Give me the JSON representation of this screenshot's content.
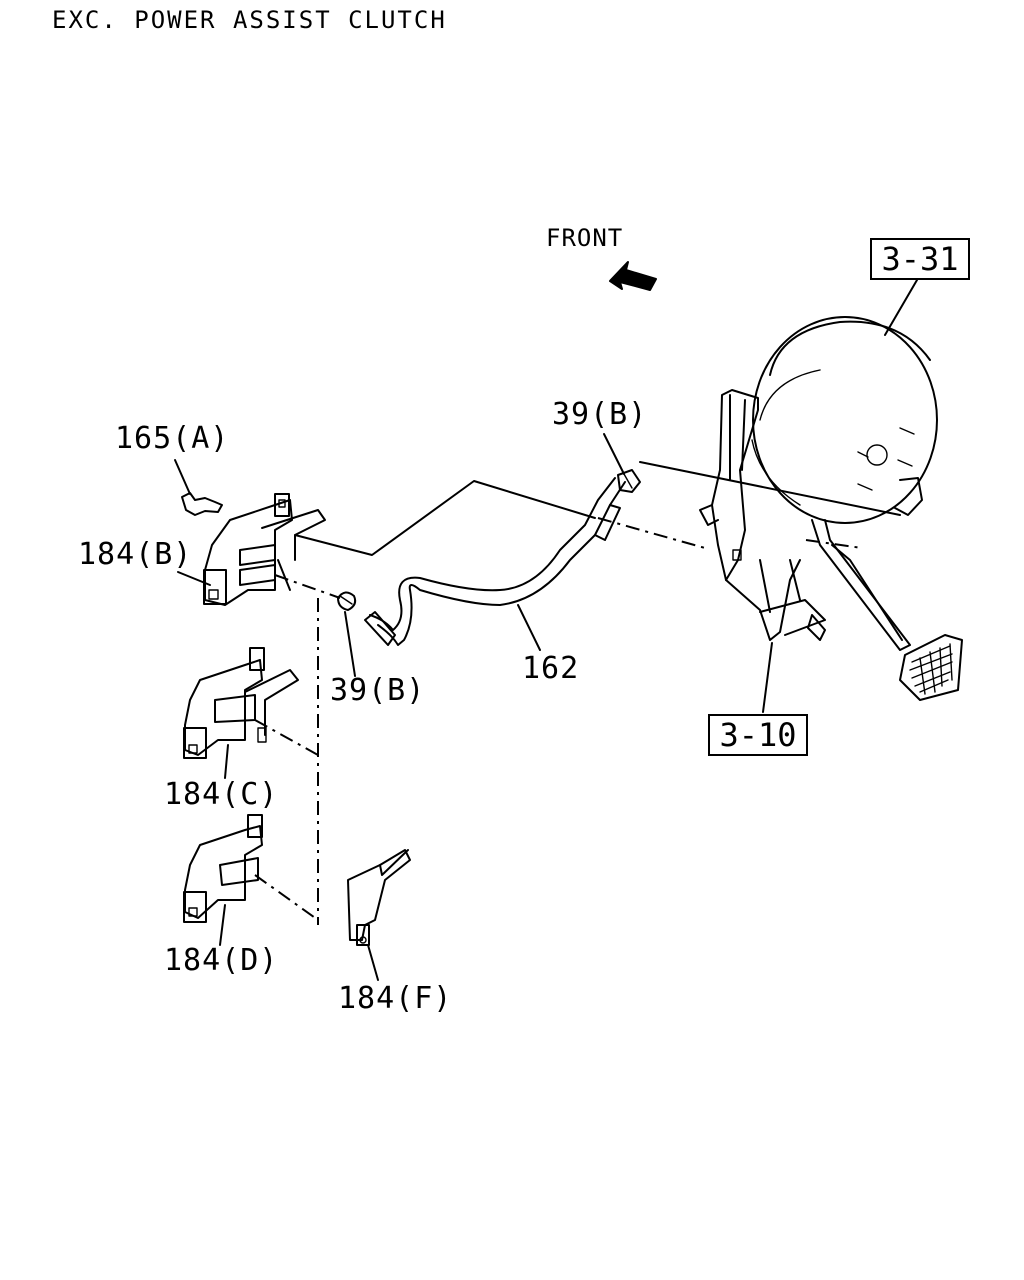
{
  "title": "EXC. POWER ASSIST CLUTCH",
  "front_label": "FRONT",
  "ref_boxes": {
    "booster": "3-31",
    "pedal": "3-10"
  },
  "parts": {
    "p165a": "165(A)",
    "p184b": "184(B)",
    "p39b_top": "39(B)",
    "p39b_mid": "39(B)",
    "p162": "162",
    "p184c": "184(C)",
    "p184d": "184(D)",
    "p184f": "184(F)"
  }
}
